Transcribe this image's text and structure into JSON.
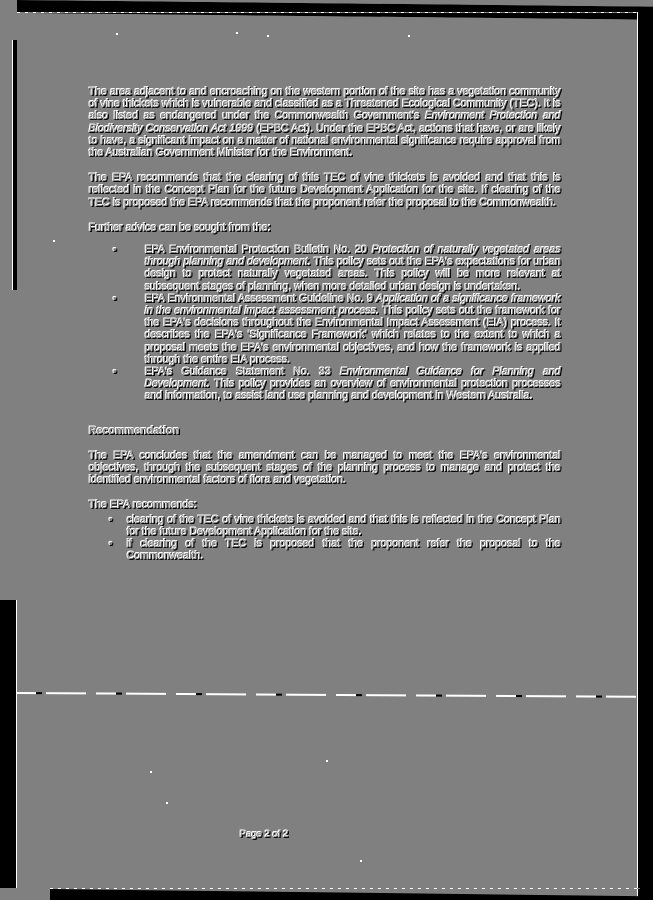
{
  "document": {
    "paragraph_1": {
      "before_italic": "The area adjacent to and encroaching on the western portion of the site has a vegetation community of vine thickets which is vulnerable and classified as a Threatened Ecological Community (TEC). It is also listed as endangered under the Commonwealth Government's ",
      "italic": "Environment Protection and Biodiversity Conservation Act 1999",
      "after_italic": " (EPBC Act). Under the EPBC Act, actions that have, or are likely to have, a significant impact on a matter of national environmental significance require approval from the Australian Government Minister for the Environment."
    },
    "paragraph_2": "The EPA recommends that the clearing of this TEC of vine thickets is avoided and that this is reflected in the Concept Plan for the future Development Application for the site. If clearing of the TEC is proposed the EPA recommends that the proponent refer the proposal to the Commonwealth.",
    "paragraph_3": "Further advice can be sought from the:",
    "advice_items": [
      {
        "bullet": "•",
        "before_italic": "EPA Environmental Protection Bulletin No. 20 ",
        "italic": "Protection of naturally vegetated areas through planning and development.",
        "after_italic": " This policy sets out the EPA's expectations for urban design to protect naturally vegetated areas. This policy will be more relevant at subsequent stages of planning, when more detailed urban design is undertaken."
      },
      {
        "bullet": "•",
        "before_italic": "EPA Environmental Assessment Guideline No. 9 ",
        "italic": "Application of a significance framework in the environmental impact assessment process.",
        "after_italic": " This policy sets out the framework for the EPA's decisions throughout the Environmental Impact Assessment (EIA) process. It describes the EPA's 'Significance Framework' which relates to the extent to which a proposal meets the EPA's environmental objectives, and how the framework is applied through the entire EIA process."
      },
      {
        "bullet": "•",
        "before_italic": "EPA's Guidance Statement No. 33 ",
        "italic": "Environmental Guidance for Planning and Development.",
        "after_italic": " This policy provides an overview of environmental protection processes and information, to assist land use planning and development in Western Australia."
      }
    ],
    "recommendation_heading": "Recommendation",
    "recommendation_paragraph": "The EPA concludes that the amendment can be managed to meet the EPA's environmental objectives, through the subsequent stages of the planning process to manage and protect the identified environmental factors of flora and vegetation.",
    "recommends_intro": "The EPA recommends:",
    "recommendations": [
      {
        "bullet": "•",
        "text": "clearing of the TEC of vine thickets is avoided and that this is reflected in the Concept Plan for the future Development Application for the site."
      },
      {
        "bullet": "•",
        "text": "if clearing of the TEC is proposed that the proponent refer the proposal to the Commonwealth."
      }
    ],
    "footer": "Page 2 of 2"
  },
  "colors": {
    "background": "#808080",
    "scan_border": "#000000",
    "text_highlight": "#ffffff",
    "text_shadow": "#000000"
  }
}
